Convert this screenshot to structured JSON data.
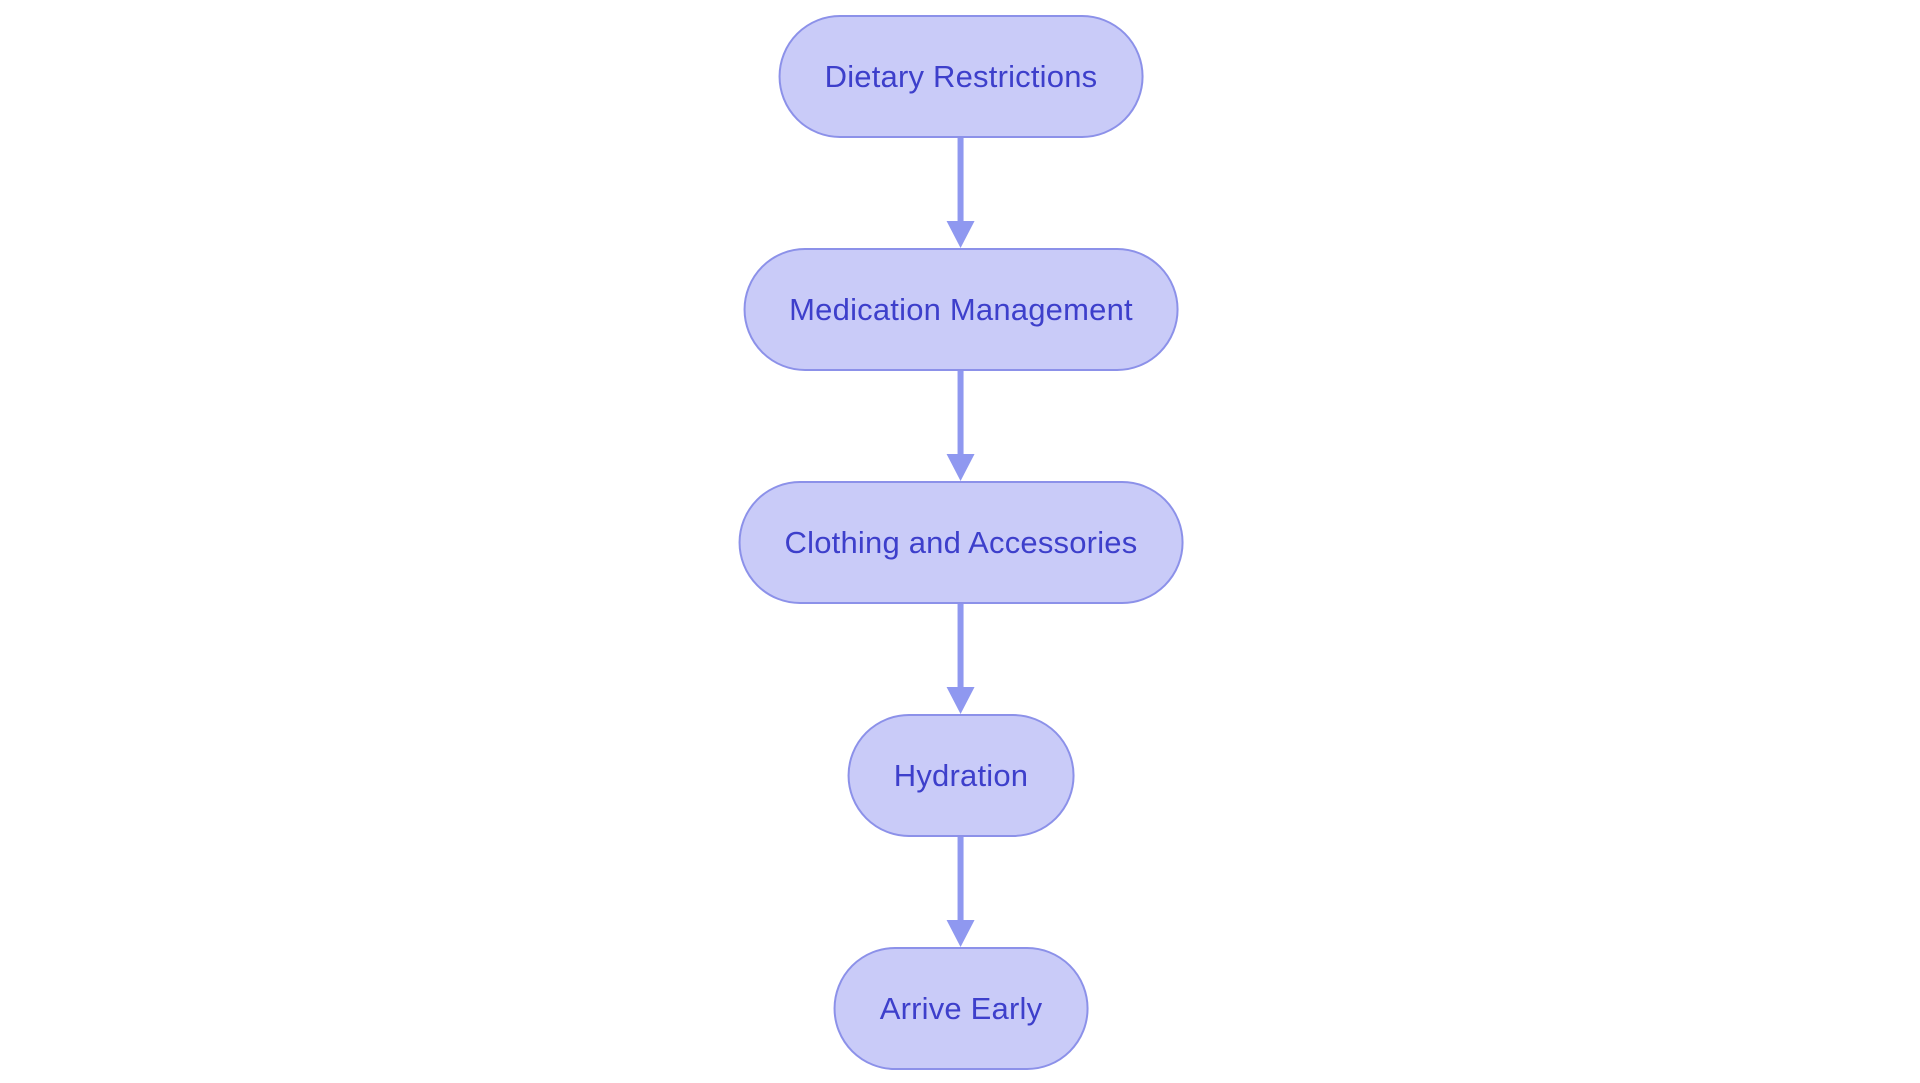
{
  "diagram": {
    "type": "flowchart",
    "direction": "top-down",
    "nodes": [
      {
        "id": "n1",
        "label": "Dietary Restrictions"
      },
      {
        "id": "n2",
        "label": "Medication Management"
      },
      {
        "id": "n3",
        "label": "Clothing and Accessories"
      },
      {
        "id": "n4",
        "label": "Hydration"
      },
      {
        "id": "n5",
        "label": "Arrive Early"
      }
    ],
    "edges": [
      {
        "from": "n1",
        "to": "n2"
      },
      {
        "from": "n2",
        "to": "n3"
      },
      {
        "from": "n3",
        "to": "n4"
      },
      {
        "from": "n4",
        "to": "n5"
      }
    ]
  },
  "colors": {
    "background": "#ffffff",
    "node_fill": "#c9cbf8",
    "node_border": "#8c91e9",
    "node_text": "#3d3fcb",
    "arrow": "#8f98f0"
  }
}
